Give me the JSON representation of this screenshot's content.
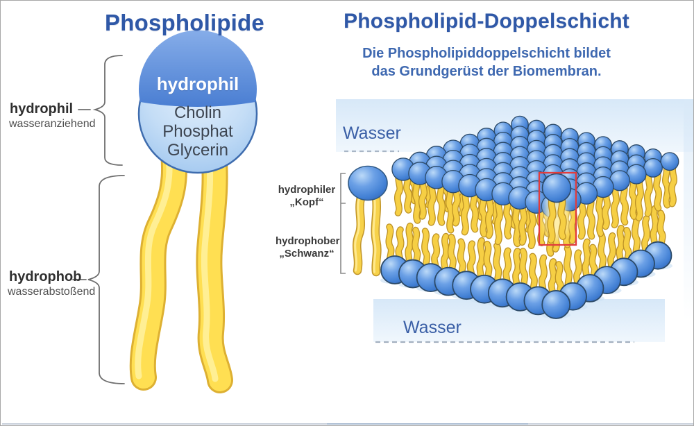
{
  "left_panel": {
    "title": "Phospholipide",
    "head_cap_label": "hydrophil",
    "head_components": [
      "Cholin",
      "Phosphat",
      "Glycerin"
    ],
    "annotation_hydrophil": {
      "term": "hydrophil",
      "desc": "wasseranziehend"
    },
    "annotation_hydrophob": {
      "term": "hydrophob",
      "desc": "wasserabstoßend"
    }
  },
  "right_panel": {
    "title": "Phospholipid-Doppelschicht",
    "subtitle_line1": "Die Phospholipiddoppelschicht bildet",
    "subtitle_line2": "das Grundgerüst der Biomembran.",
    "water_top_label": "Wasser",
    "water_bottom_label": "Wasser",
    "molecule_labels": {
      "head_line1": "hydrophiler",
      "head_line2": "„Kopf“",
      "tail_line1": "hydrophober",
      "tail_line2": "„Schwanz“"
    }
  },
  "colors": {
    "accent_blue": "#2f58a7",
    "subtitle_blue": "#3e68b0",
    "water_label_blue": "#3a5fa6",
    "sphere_blue": "#4e8ede",
    "sphere_outline": "#2c4a68",
    "tail_yellow": "#f6cf44",
    "tail_outline_yellow": "#bd9226",
    "big_tail_yellow": "#ffdf52",
    "highlight_red": "#e23c3c",
    "water_band_blue": "#d9e9f8",
    "dash_gray": "#a9b6c6",
    "brace_gray": "#6e6e6e"
  }
}
